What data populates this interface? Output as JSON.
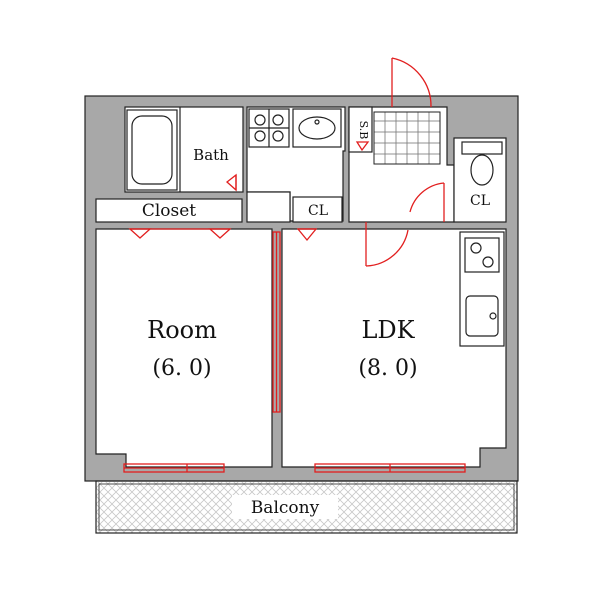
{
  "floor_plan": {
    "rooms": {
      "room": {
        "name": "Room",
        "size": "(6. 0)"
      },
      "ldk": {
        "name": "LDK",
        "size": "(8. 0)"
      },
      "bath": {
        "name": "Bath"
      },
      "closet": {
        "name": "Closet"
      },
      "cl_center": {
        "name": "CL"
      },
      "cl_right": {
        "name": "CL"
      },
      "shoe_box": {
        "name": "S.B"
      },
      "balcony": {
        "name": "Balcony"
      }
    },
    "colors": {
      "wall": "#a8a8a8",
      "outline": "#222222",
      "door_window": "#e21f1f",
      "hatch": "#c8c8c8",
      "background": "#ffffff"
    }
  }
}
